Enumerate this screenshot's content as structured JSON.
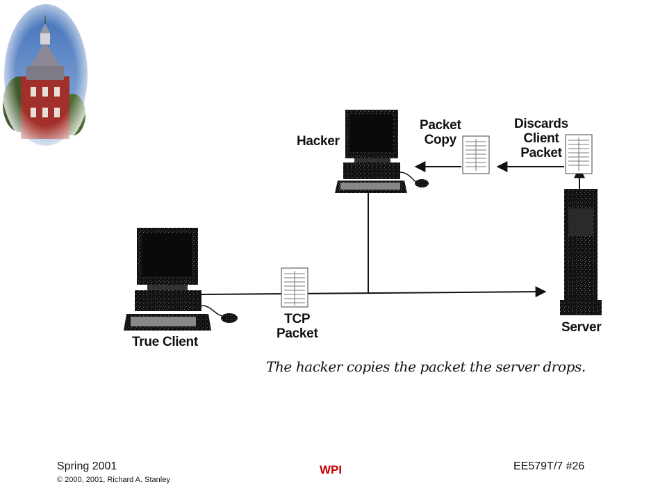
{
  "labels": {
    "hacker": "Hacker",
    "packet_copy": [
      "Packet",
      "Copy"
    ],
    "discards": [
      "Discards",
      "Client",
      "Packet"
    ],
    "tcp_packet": [
      "TCP",
      "Packet"
    ],
    "true_client": "True Client",
    "server": "Server"
  },
  "caption": "The hacker copies the packet the server drops.",
  "footer": {
    "left": "Spring 2001",
    "copyright": "© 2000, 2001, Richard A. Stanley",
    "center": "WPI",
    "right": "EE579T/7  #26"
  },
  "colors": {
    "footer_center": "#c00000",
    "equipment": "#111111"
  }
}
